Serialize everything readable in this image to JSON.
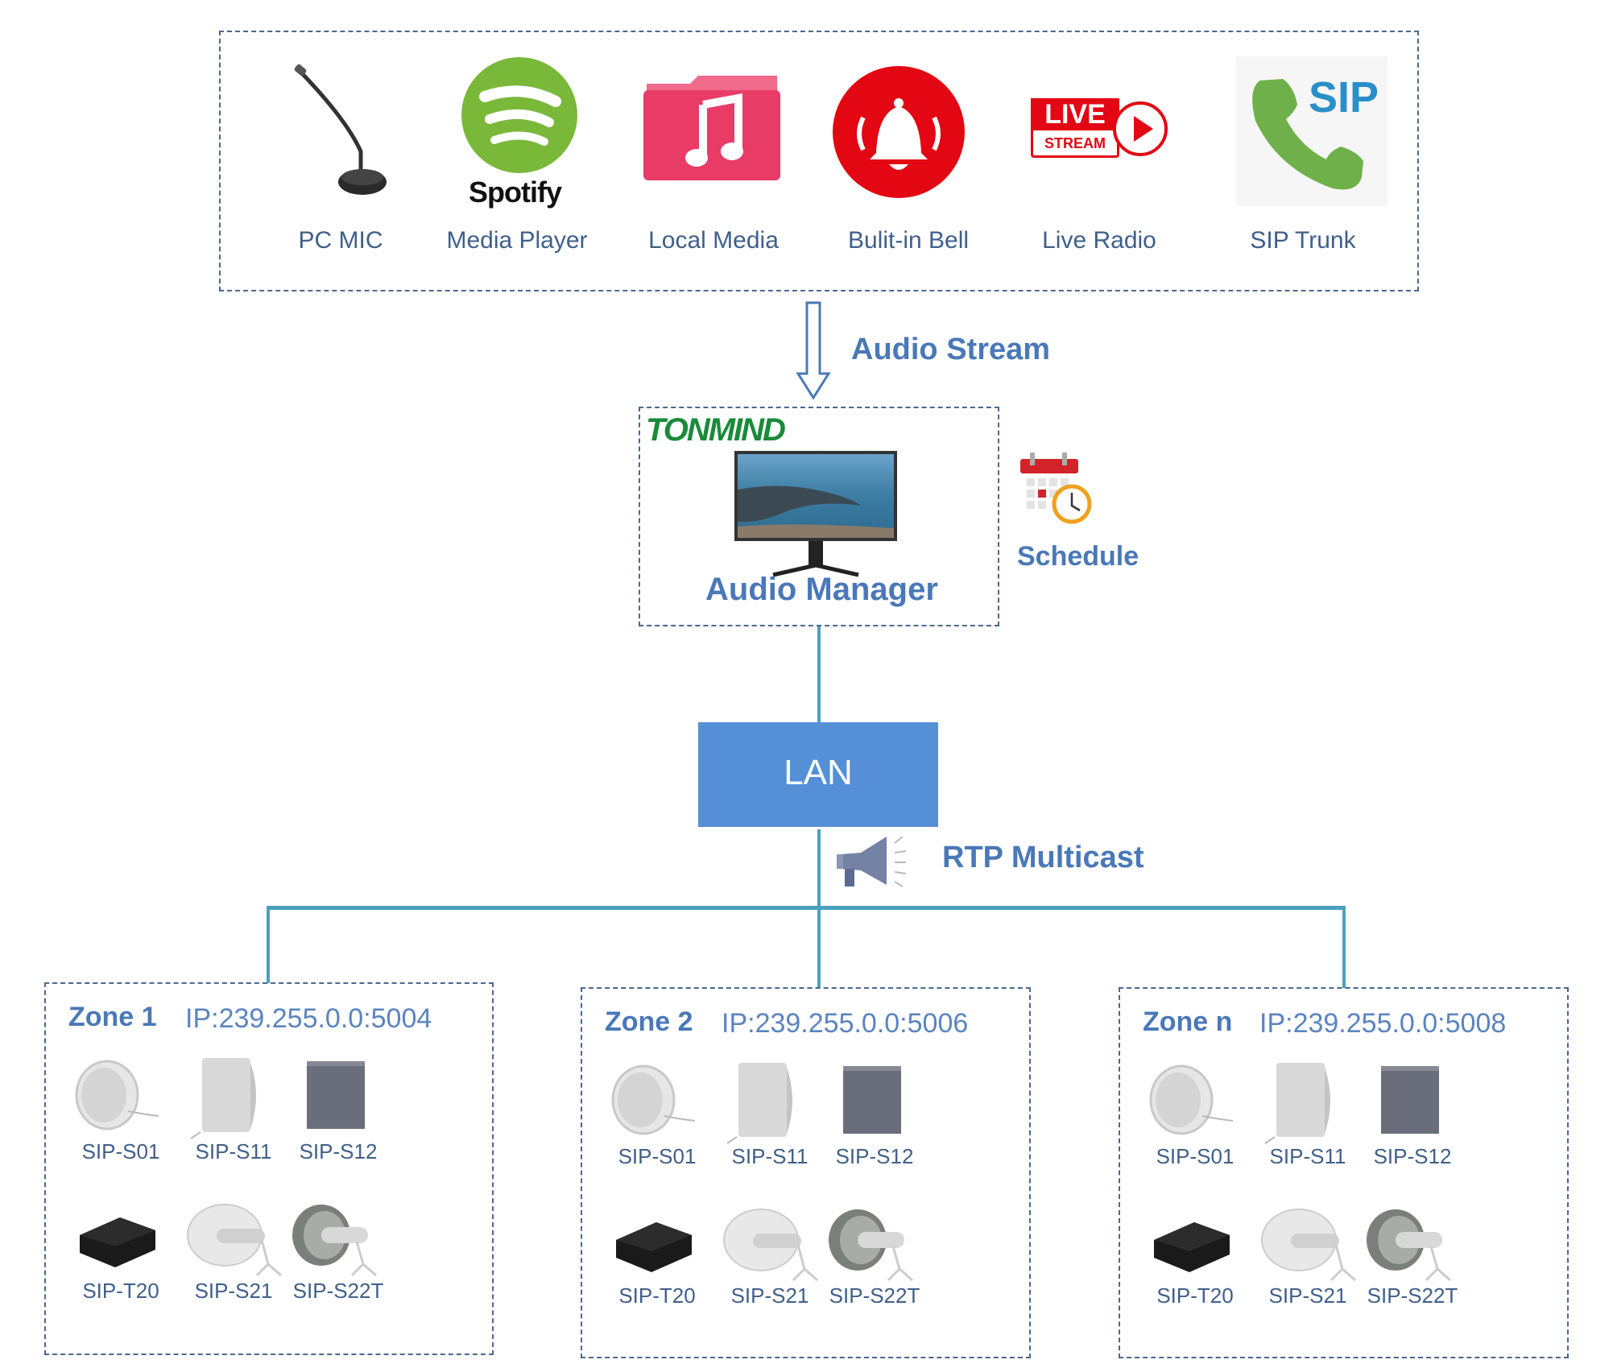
{
  "sources": {
    "items": [
      {
        "label": "PC MIC",
        "icon": "microphone-icon"
      },
      {
        "label": "Media Player",
        "icon": "spotify-icon",
        "brand_text": "Spotify"
      },
      {
        "label": "Local Media",
        "icon": "music-folder-icon"
      },
      {
        "label": "Bulit-in Bell",
        "icon": "bell-icon"
      },
      {
        "label": "Live Radio",
        "icon": "live-stream-icon",
        "badge_top": "LIVE",
        "badge_bottom": "STREAM"
      },
      {
        "label": "SIP Trunk",
        "icon": "sip-phone-icon",
        "badge": "SIP"
      }
    ]
  },
  "flow": {
    "audio_stream_label": "Audio Stream",
    "rtp_label": "RTP Multicast"
  },
  "manager": {
    "brand": "TONMIND",
    "title": "Audio Manager",
    "schedule_label": "Schedule"
  },
  "network": {
    "lan_label": "LAN"
  },
  "zones": [
    {
      "name": "Zone 1",
      "ip": "IP:239.255.0.0:5004",
      "devices": [
        "SIP-S01",
        "SIP-S11",
        "SIP-S12",
        "SIP-T20",
        "SIP-S21",
        "SIP-S22T"
      ]
    },
    {
      "name": "Zone 2",
      "ip": "IP:239.255.0.0:5006",
      "devices": [
        "SIP-S01",
        "SIP-S11",
        "SIP-S12",
        "SIP-T20",
        "SIP-S21",
        "SIP-S22T"
      ]
    },
    {
      "name": "Zone n",
      "ip": "IP:239.255.0.0:5008",
      "devices": [
        "SIP-S01",
        "SIP-S11",
        "SIP-S12",
        "SIP-T20",
        "SIP-S21",
        "SIP-S22T"
      ]
    }
  ],
  "colors": {
    "accent_blue": "#4a78b8",
    "lan_fill": "#5590d6",
    "connector": "#4aa0be",
    "tonmind_green": "#1a8a3a"
  }
}
